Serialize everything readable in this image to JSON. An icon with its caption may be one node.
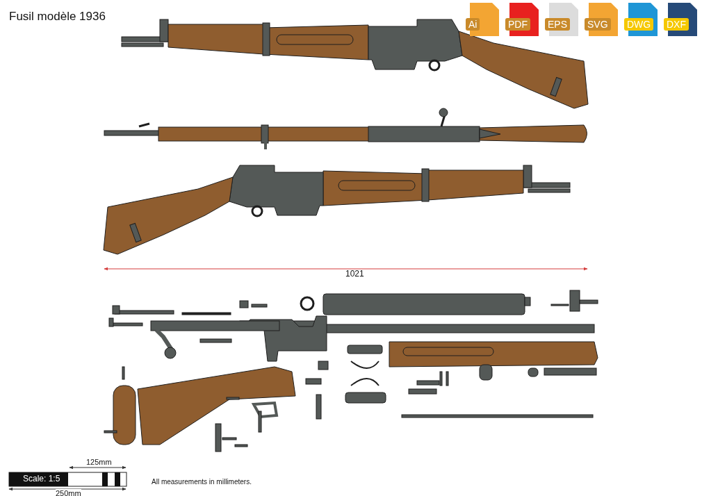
{
  "diagram": {
    "title": "Fusil modèle 1936",
    "labels": [
      "Ai",
      "PDF",
      "EPS",
      "SVG",
      "DWG",
      "DXF",
      "1021",
      "Scale: 1:5",
      "125mm",
      "250mm",
      "All measurements in millimeters."
    ]
  }
}
